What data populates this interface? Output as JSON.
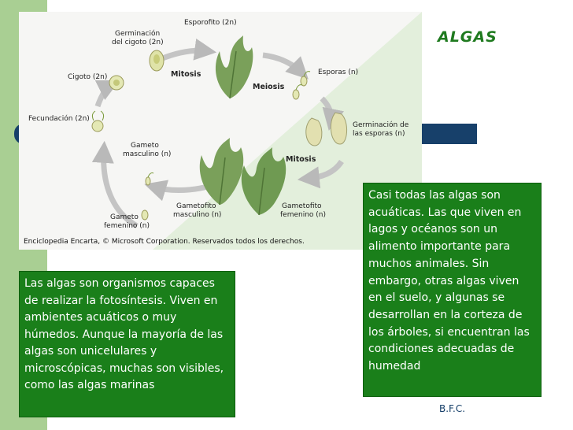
{
  "slide": {
    "title": "ALGAS",
    "author": "B.F.C.",
    "left_text": "Las algas son organismos capaces de realizar la fotosíntesis. Viven en ambientes acuáticos o muy húmedos. Aunque la mayoría de las algas son unicelulares y microscópicas, muchas son visibles, como las algas marinas",
    "right_text": "Casi todas las algas son acuáticas. Las que viven en lagos y océanos son un alimento importante para muchos animales. Sin embargo, otras algas viven en el suelo, y algunas se desarrollan en la corteza de los árboles, si encuentran las condiciones adecuadas de humedad",
    "colors": {
      "accent_green": "#1a7f1a",
      "strip_green": "#a9cf93",
      "bar_blue": "#17406a"
    }
  },
  "figure": {
    "credit": "Enciclopedia Encarta, © Microsoft Corporation. Reservados todos los derechos.",
    "labels": {
      "esporofito": "Esporofito (2n)",
      "germinacion_cigoto_1": "Germinación",
      "germinacion_cigoto_2": "del cigoto (2n)",
      "cigoto": "Cigoto (2n)",
      "fecundacion": "Fecundación (2n)",
      "mitosis_top": "Mitosis",
      "meiosis": "Meiosis",
      "esporas": "Esporas (n)",
      "germinacion_esporas_1": "Germinación de",
      "germinacion_esporas_2": "las esporas (n)",
      "mitosis_bottom": "Mitosis",
      "gameto_masculino_1": "Gameto",
      "gameto_masculino_2": "masculino (n)",
      "gametofito_masculino_1": "Gametofito",
      "gametofito_masculino_2": "masculino (n)",
      "gametofito_femenino_1": "Gametofito",
      "gametofito_femenino_2": "femenino (n)",
      "gameto_femenino_1": "Gameto",
      "gameto_femenino_2": "femenino (n)"
    }
  }
}
